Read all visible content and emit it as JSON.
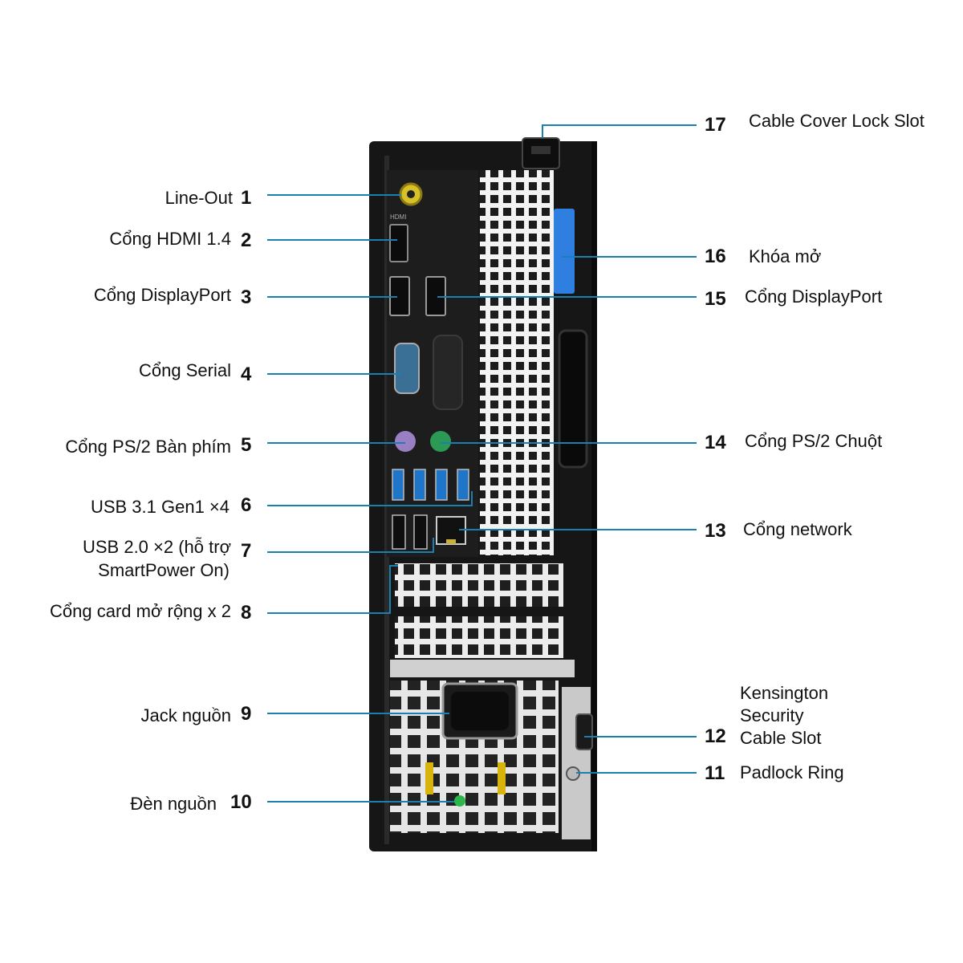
{
  "colors": {
    "leader": "#1b7fb0",
    "chassis": "#161616",
    "panel": "#d8d8d8",
    "usb": "#1f76c8",
    "ps2_mouse": "#2c9a55",
    "ps2_kb": "#9b7fc4",
    "lock": "#2f7fe0"
  },
  "callouts_left": [
    {
      "num": "1",
      "label": "Line-Out"
    },
    {
      "num": "2",
      "label": "Cổng HDMI 1.4"
    },
    {
      "num": "3",
      "label": "Cổng DisplayPort"
    },
    {
      "num": "4",
      "label": "Cổng Serial"
    },
    {
      "num": "5",
      "label": "Cổng PS/2 Bàn phím"
    },
    {
      "num": "6",
      "label": "USB 3.1 Gen1 ×4"
    },
    {
      "num": "7",
      "label": "USB 2.0 ×2 (hỗ trợ",
      "label2": "SmartPower On)"
    },
    {
      "num": "8",
      "label": "Cổng card mở rộng x 2"
    },
    {
      "num": "9",
      "label": "Jack nguồn"
    },
    {
      "num": "10",
      "label": "Đèn nguồn"
    }
  ],
  "callouts_right": [
    {
      "num": "17",
      "label": "Cable Cover Lock Slot"
    },
    {
      "num": "16",
      "label": "Khóa mở"
    },
    {
      "num": "15",
      "label": "Cổng DisplayPort"
    },
    {
      "num": "14",
      "label": "Cổng PS/2 Chuột"
    },
    {
      "num": "13",
      "label": "Cổng network"
    },
    {
      "num": "12",
      "label": "Kensington",
      "label2": "Security",
      "label3": "Cable Slot"
    },
    {
      "num": "11",
      "label": "Padlock Ring"
    }
  ],
  "port_markings": {
    "hdmi": "HDMI"
  }
}
